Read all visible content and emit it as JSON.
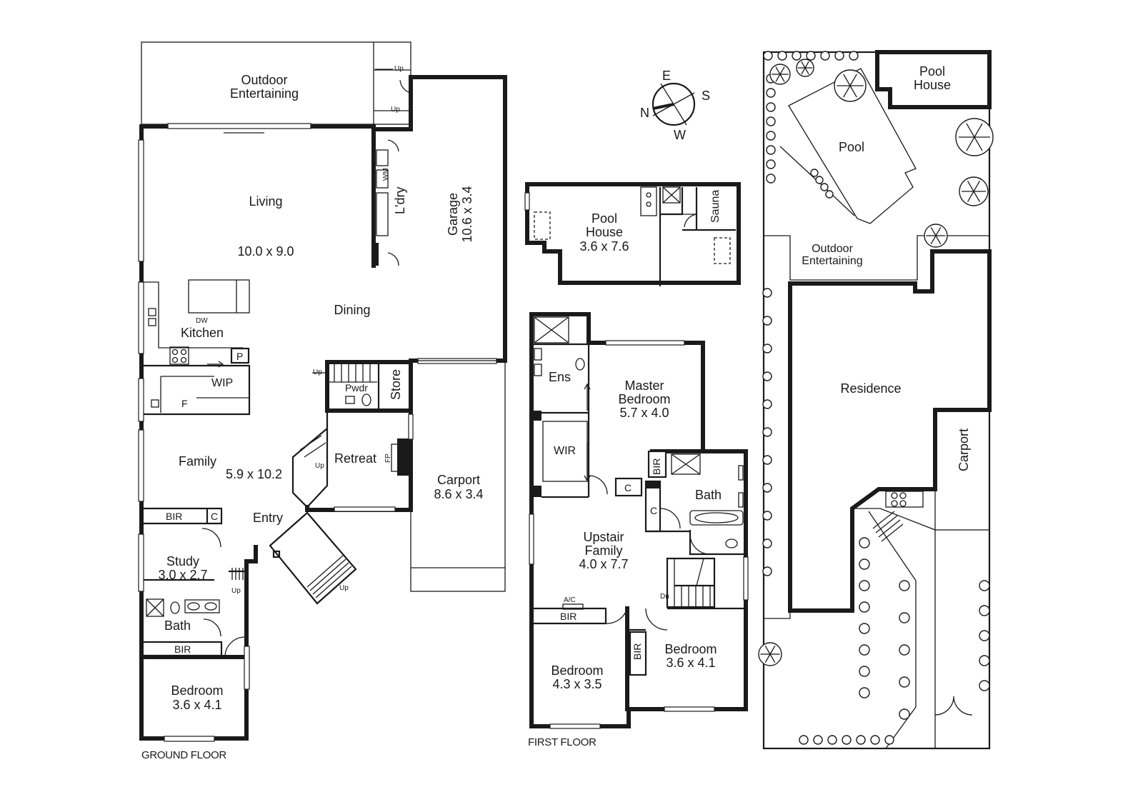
{
  "labels": {
    "outdoor_ground": [
      "Outdoor",
      "Entertaining"
    ],
    "living": "Living",
    "living_size": "10.0 x 9.0",
    "dining": "Dining",
    "kitchen": "Kitchen",
    "dw": "DW",
    "p": "P",
    "wip": "WIP",
    "f": "F",
    "family": "Family",
    "family_size": "5.9 x 10.2",
    "retreat": "Retreat",
    "fp": "FP",
    "store": "Store",
    "pwdr": "Pwdr",
    "laundry": "L'dry",
    "wm": "WM",
    "garage": "Garage",
    "garage_size": "10.6 x 3.4",
    "carport": "Carport",
    "carport_size": "8.6 x 3.4",
    "entry": "Entry",
    "bir": "BIR",
    "c": "C",
    "study": "Study",
    "study_size": "3.0 x 2.7",
    "bath": "Bath",
    "bedroom": "Bedroom",
    "bedroom_ground_size": "3.6 x 4.1",
    "up": "Up",
    "dn": "Dn",
    "ground_floor": "GROUND FLOOR",
    "pool_house": "Pool",
    "pool_house_2": "House",
    "pool_house_size": "3.6 x 7.6",
    "sauna": "Sauna",
    "ens": "Ens",
    "master_1": "Master",
    "master_2": "Bedroom",
    "master_size": "5.7 x 4.0",
    "wir": "WIR",
    "upstair_1": "Upstair",
    "upstair_2": "Family",
    "upstair_size": "4.0 x 7.7",
    "ac": "A/C",
    "bedroom_4_size": "4.3 x 3.5",
    "bedroom_3_size": "3.6 x 4.1",
    "first_floor": "FIRST FLOOR",
    "site_pool_house": [
      "Pool",
      "House"
    ],
    "site_pool": "Pool",
    "site_outdoor": [
      "Outdoor",
      "Entertaining"
    ],
    "site_residence": "Residence",
    "site_carport": "Carport"
  },
  "compass": {
    "e": "E",
    "s": "S",
    "w": "W",
    "n": "N"
  }
}
